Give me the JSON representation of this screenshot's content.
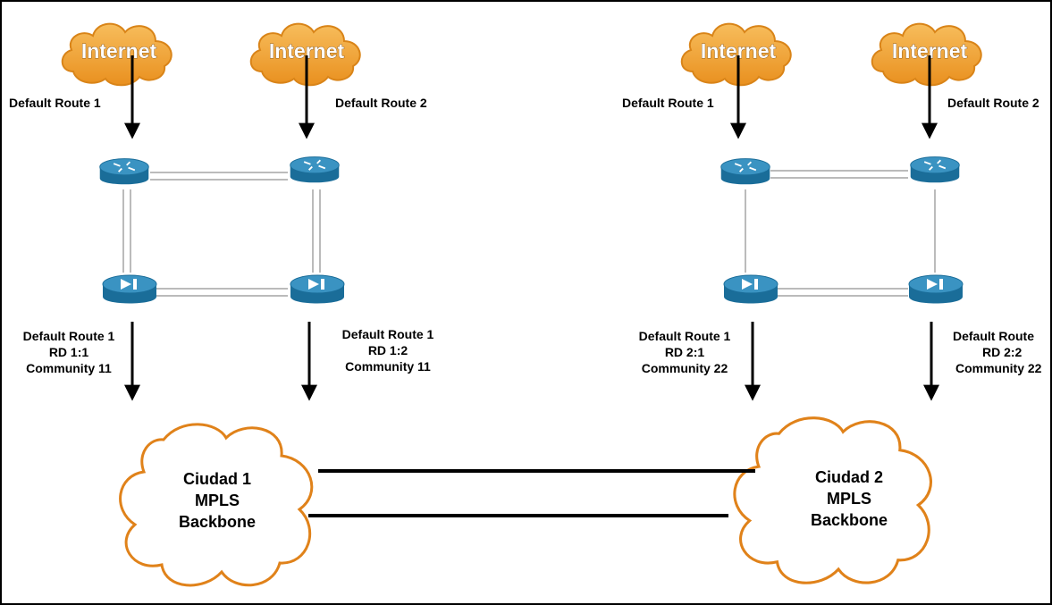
{
  "diagram": {
    "colors": {
      "internet_cloud_fill": "#f2a23a",
      "internet_cloud_stroke": "#d98418",
      "mpls_cloud_stroke": "#e0821a",
      "device_blue": "#1a6d99",
      "device_blue_top": "#3a93c2",
      "line_black": "#000000"
    },
    "sites": [
      {
        "internet_clouds": [
          {
            "label": "Internet"
          },
          {
            "label": "Internet"
          }
        ],
        "default_routes": [
          {
            "label": "Default Route 1"
          },
          {
            "label": "Default Route 2"
          }
        ],
        "routers": [
          {
            "icon": "router-icon"
          },
          {
            "icon": "router-icon"
          }
        ],
        "pe_devices": [
          {
            "icon": "pe-device-icon"
          },
          {
            "icon": "pe-device-icon"
          }
        ],
        "vpn_routes": [
          {
            "route": "Default Route 1",
            "rd": "RD 1:1",
            "community": "Community 11"
          },
          {
            "route": "Default Route 1",
            "rd": "RD 1:2",
            "community": "Community 11"
          }
        ],
        "backbone": {
          "line1": "Ciudad 1",
          "line2": "MPLS",
          "line3": "Backbone"
        }
      },
      {
        "internet_clouds": [
          {
            "label": "Internet"
          },
          {
            "label": "Internet"
          }
        ],
        "default_routes": [
          {
            "label": "Default Route 1"
          },
          {
            "label": "Default Route 2"
          }
        ],
        "routers": [
          {
            "icon": "router-icon"
          },
          {
            "icon": "router-icon"
          }
        ],
        "pe_devices": [
          {
            "icon": "pe-device-icon"
          },
          {
            "icon": "pe-device-icon"
          }
        ],
        "vpn_routes": [
          {
            "route": "Default Route 1",
            "rd": "RD 2:1",
            "community": "Community 22"
          },
          {
            "route": "Default Route",
            "rd": "RD 2:2",
            "community": "Community 22"
          }
        ],
        "backbone": {
          "line1": "Ciudad 2",
          "line2": "MPLS",
          "line3": "Backbone"
        }
      }
    ]
  }
}
